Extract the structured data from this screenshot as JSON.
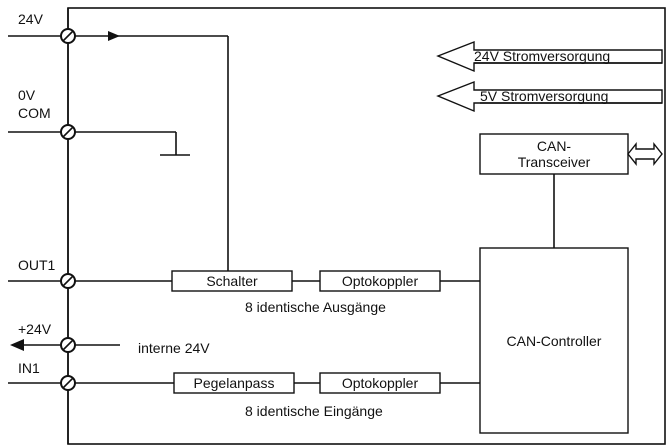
{
  "terminals": {
    "t24v": "24V",
    "t0v": "0V",
    "tcom": "COM",
    "tout1": "OUT1",
    "tplus24v": "+24V",
    "tin1": "IN1"
  },
  "power": {
    "supply24": "24V Stromversorgung",
    "supply5": "5V Stromversorgung"
  },
  "blocks": {
    "can_transceiver_line1": "CAN-",
    "can_transceiver_line2": "Transceiver",
    "can_controller": "CAN-Controller",
    "schalter": "Schalter",
    "optokoppler_out": "Optokoppler",
    "pegelanpass": "Pegelanpass",
    "optokoppler_in": "Optokoppler"
  },
  "notes": {
    "outputs": "8 identische Ausgänge",
    "inputs": "8 identische Eingänge",
    "internal": "interne 24V"
  }
}
